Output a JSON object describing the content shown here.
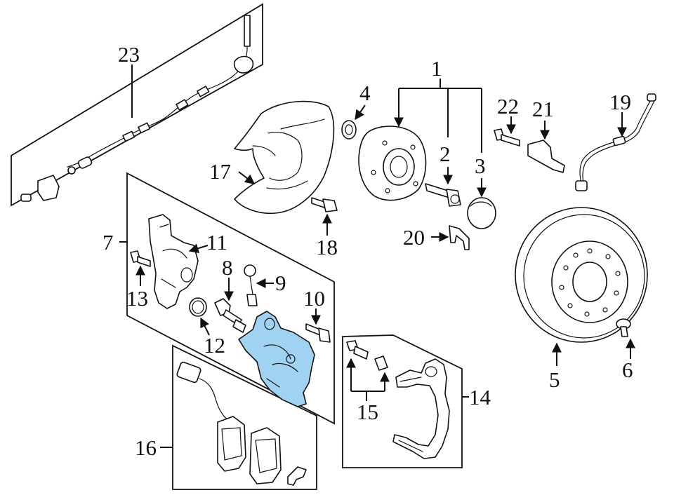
{
  "callouts": {
    "c1": "1",
    "c2": "2",
    "c3": "3",
    "c4": "4",
    "c5": "5",
    "c6": "6",
    "c7": "7",
    "c8": "8",
    "c9": "9",
    "c10": "10",
    "c11": "11",
    "c12": "12",
    "c13": "13",
    "c14": "14",
    "c15": "15",
    "c16": "16",
    "c17": "17",
    "c18": "18",
    "c19": "19",
    "c20": "20",
    "c21": "21",
    "c22": "22",
    "c23": "23"
  },
  "colors": {
    "highlight": "#9fd3f1",
    "line": "#111111",
    "background": "#ffffff"
  }
}
